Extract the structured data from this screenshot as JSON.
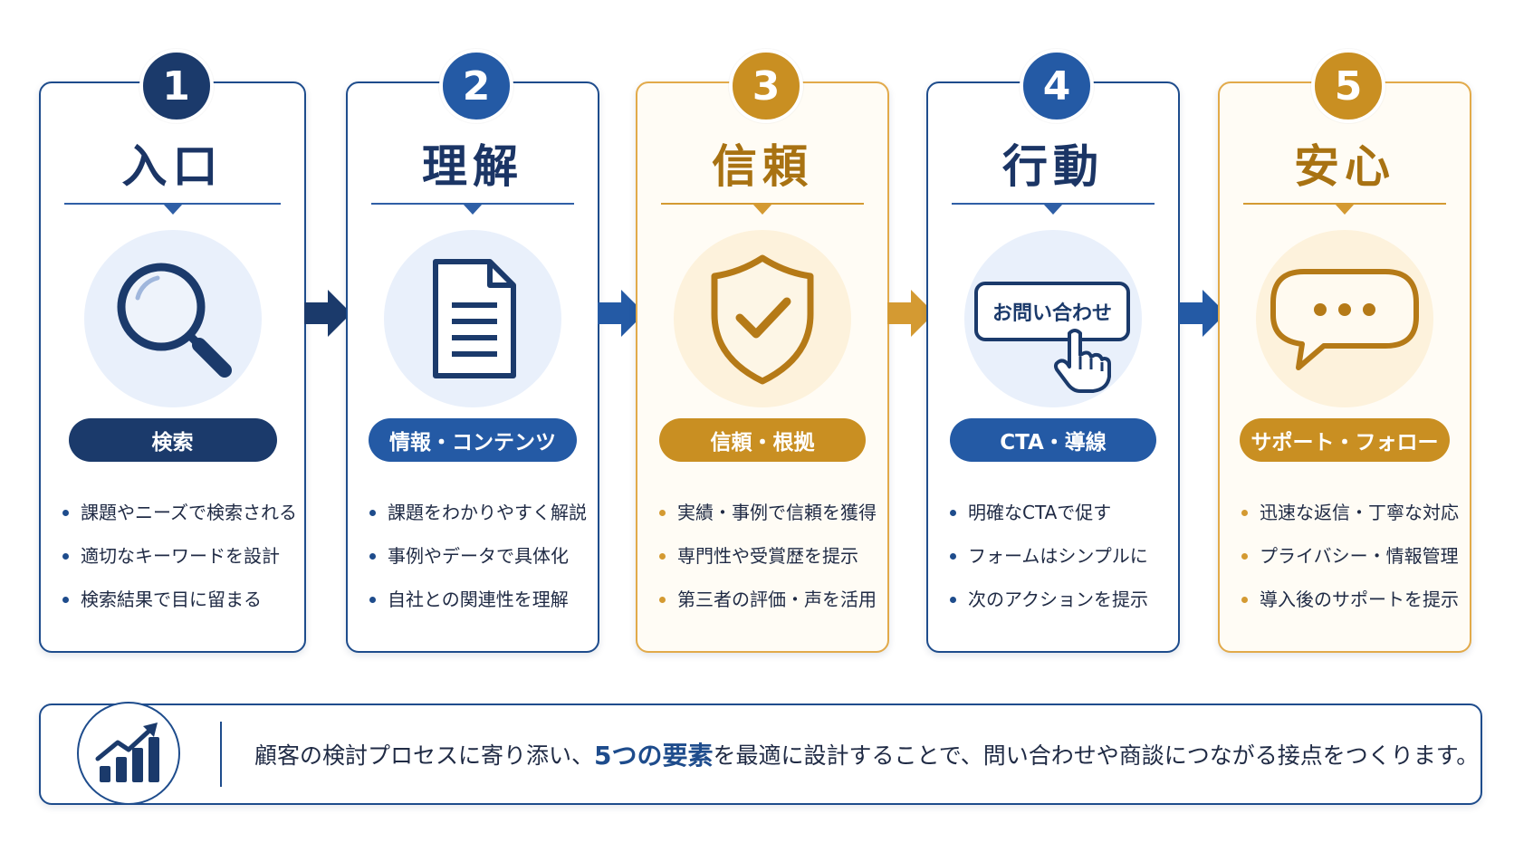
{
  "steps": [
    {
      "number": "1",
      "title": "入口",
      "pill": "検索",
      "icon": "search-icon",
      "bullets": [
        "課題やニーズで検索される",
        "適切なキーワードを設計",
        "検索結果で目に留まる"
      ]
    },
    {
      "number": "2",
      "title": "理解",
      "pill": "情報・コンテンツ",
      "icon": "document-icon",
      "bullets": [
        "課題をわかりやすく解説",
        "事例やデータで具体化",
        "自社との関連性を理解"
      ]
    },
    {
      "number": "3",
      "title": "信頼",
      "pill": "信頼・根拠",
      "icon": "shield-check-icon",
      "bullets": [
        "実績・事例で信頼を獲得",
        "専門性や受賞歴を提示",
        "第三者の評価・声を活用"
      ]
    },
    {
      "number": "4",
      "title": "行動",
      "pill": "CTA・導線",
      "icon": "contact-button-click-icon",
      "icon_button_label": "お問い合わせ",
      "bullets": [
        "明確なCTAで促す",
        "フォームはシンプルに",
        "次のアクションを提示"
      ]
    },
    {
      "number": "5",
      "title": "安心",
      "pill": "サポート・フォロー",
      "icon": "speech-bubble-icon",
      "bullets": [
        "迅速な返信・丁寧な対応",
        "プライバシー・情報管理",
        "導入後のサポートを提示"
      ]
    }
  ],
  "footer": {
    "icon": "growth-chart-icon",
    "text_before": "顧客の検討プロセスに寄り添い、",
    "highlight": "5つの要素",
    "text_after": "を最適に設計することで、問い合わせや商談につながる接点をつくります。"
  },
  "colors": {
    "navy": "#1b3a6b",
    "blue": "#245aa5",
    "gold": "#c98f22",
    "gold_light": "#fdf2dc",
    "blue_light": "#e9f0fb"
  }
}
